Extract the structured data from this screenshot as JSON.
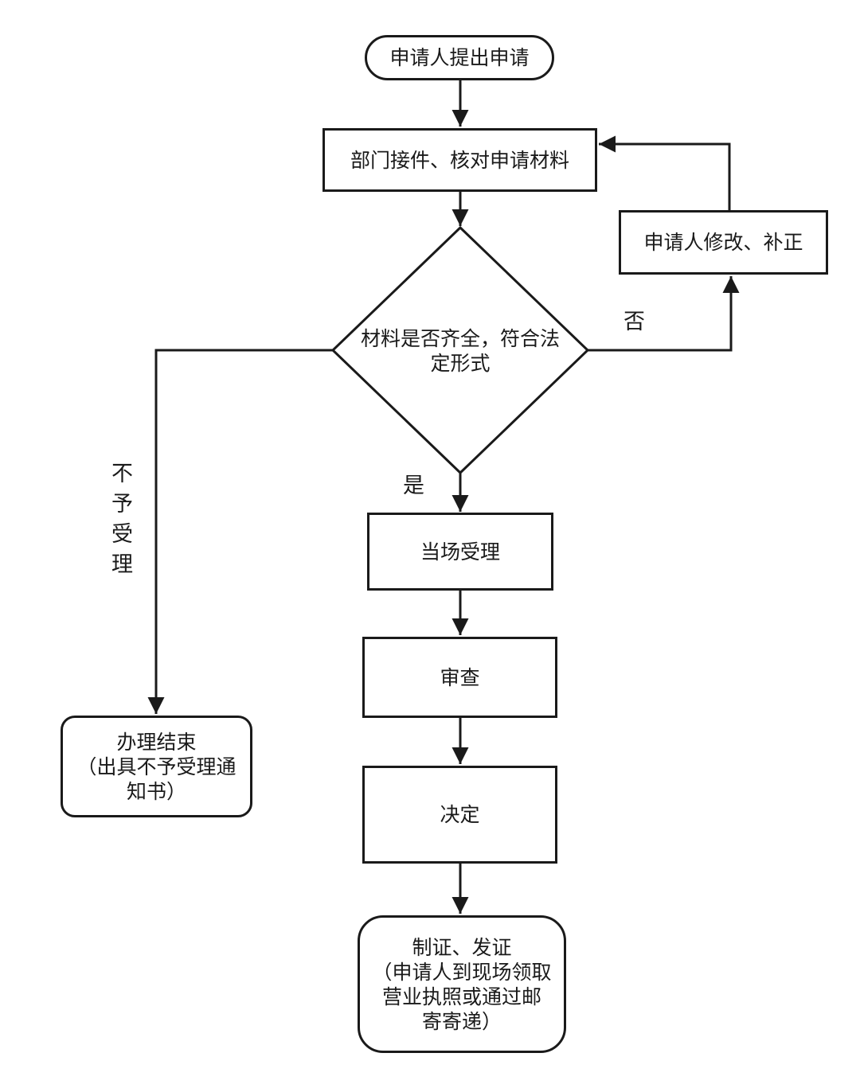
{
  "flowchart": {
    "nodes": {
      "start": {
        "label": "申请人提出申请"
      },
      "receive": {
        "label": "部门接件、核对申请材料"
      },
      "decision": {
        "lines": [
          "材料是否齐全，符合法",
          "定形式"
        ]
      },
      "amend": {
        "label": "申请人修改、补正"
      },
      "accept": {
        "label": "当场受理"
      },
      "review": {
        "label": "审查"
      },
      "decide": {
        "label": "决定"
      },
      "issue": {
        "lines": [
          "制证、发证",
          "（申请人到现场领取",
          "营业执照或通过邮",
          "寄寄递）"
        ]
      },
      "reject_end": {
        "lines": [
          "办理结束",
          "（出具不予受理通",
          "知书）"
        ]
      }
    },
    "edge_labels": {
      "no": "否",
      "yes": "是",
      "not_accepted": "不予受理"
    },
    "colors": {
      "line": "#1a1a1a",
      "text": "#1a1a1a",
      "background": "#ffffff"
    }
  }
}
